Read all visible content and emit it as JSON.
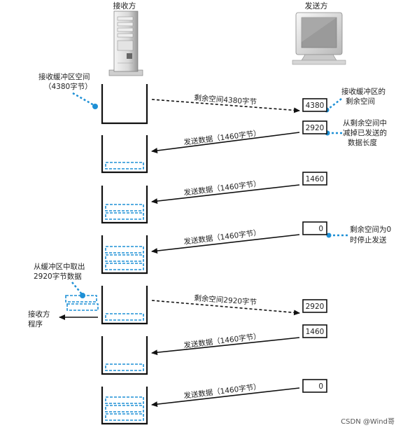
{
  "headers": {
    "receiver": "接收方",
    "sender": "发送方"
  },
  "annotations": {
    "buffer_space": [
      "接收缓冲区空间",
      "（4380字节）"
    ],
    "receiver_remaining": [
      "接收缓冲区的",
      "剩余空间"
    ],
    "subtract_sent": [
      "从剩余空间中",
      "减掉已发送的",
      "数据长度"
    ],
    "stop_at_zero": [
      "剩余空间为0",
      "时停止发送"
    ],
    "take_out": [
      "从缓冲区中取出",
      "2920字节数据"
    ],
    "receiver_program": [
      "接收方",
      "程序"
    ]
  },
  "sender_values": [
    "4380",
    "2920",
    "1460",
    "0",
    "2920",
    "1460",
    "0"
  ],
  "arrow_labels": [
    "剩余空间4380字节",
    "发送数据（1460字节）",
    "发送数据（1460字节）",
    "发送数据（1460字节）",
    "剩余空间2920字节",
    "发送数据（1460字节）",
    "发送数据（1460字节）"
  ],
  "buffer_fill_levels": [
    0,
    1,
    2,
    3,
    1,
    1,
    3
  ],
  "watermark": "CSDN @Wind哥",
  "colors": {
    "accent": "#1e90d6",
    "line": "#111111"
  }
}
